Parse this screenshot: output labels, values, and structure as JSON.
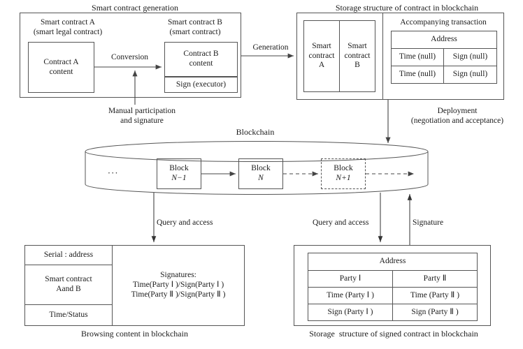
{
  "figure": {
    "type": "flow-diagram",
    "background": "#ffffff",
    "line_color": "#555555",
    "text_color": "#1a1a1a"
  },
  "generation_panel": {
    "title": "Smart contract generation",
    "contract_a": {
      "heading_line1": "Smart contract A",
      "heading_line2": "(smart legal contract)",
      "body": "Contract A\ncontent"
    },
    "contract_b": {
      "heading_line1": "Smart contract B",
      "heading_line2": "(smart contract)",
      "body": "Contract B\ncontent",
      "sign_row": "Sign (executor)"
    },
    "conversion_label": "Conversion",
    "manual_label": "Manual participation\nand signature"
  },
  "generation_arrow_label": "Generation",
  "storage_panel": {
    "title": "Storage structure of contract in blockchain",
    "contract_cells": [
      "Smart\ncontract\nA",
      "Smart\ncontract\nB"
    ],
    "transaction": {
      "title": "Accompanying transaction",
      "address_header": "Address",
      "rows": [
        [
          "Time (null)",
          "Sign (null)"
        ],
        [
          "Time (null)",
          "Sign (null)"
        ]
      ]
    }
  },
  "deployment_label": "Deployment\n(negotiation and acceptance)",
  "blockchain": {
    "title": "Blockchain",
    "ellipsis": "···",
    "blocks": [
      {
        "label": "Block",
        "index": "N−1",
        "style": "solid"
      },
      {
        "label": "Block",
        "index": "N",
        "style": "solid"
      },
      {
        "label": "Block",
        "index": "N+1",
        "style": "dashed"
      }
    ]
  },
  "arrows": {
    "query_left": "Query and access",
    "query_right": "Query and access",
    "signature": "Signature"
  },
  "browsing_panel": {
    "caption": "Browsing content in blockchain",
    "left_rows": [
      "Serial : address",
      "Smart contract\nAand B",
      "Time/Status"
    ],
    "right_block": "Signatures:\nTime(Party Ⅰ )/Sign(Party Ⅰ )\nTime(Party Ⅱ )/Sign(Party Ⅱ )"
  },
  "signed_panel": {
    "caption": "Storage  structure of signed contract in blockchain",
    "address_header": "Address",
    "rows": [
      [
        "Party Ⅰ",
        "Party Ⅱ"
      ],
      [
        "Time (Party Ⅰ )",
        "Time (Party Ⅱ )"
      ],
      [
        "Sign (Party Ⅰ )",
        "Sign (Party Ⅱ )"
      ]
    ]
  }
}
